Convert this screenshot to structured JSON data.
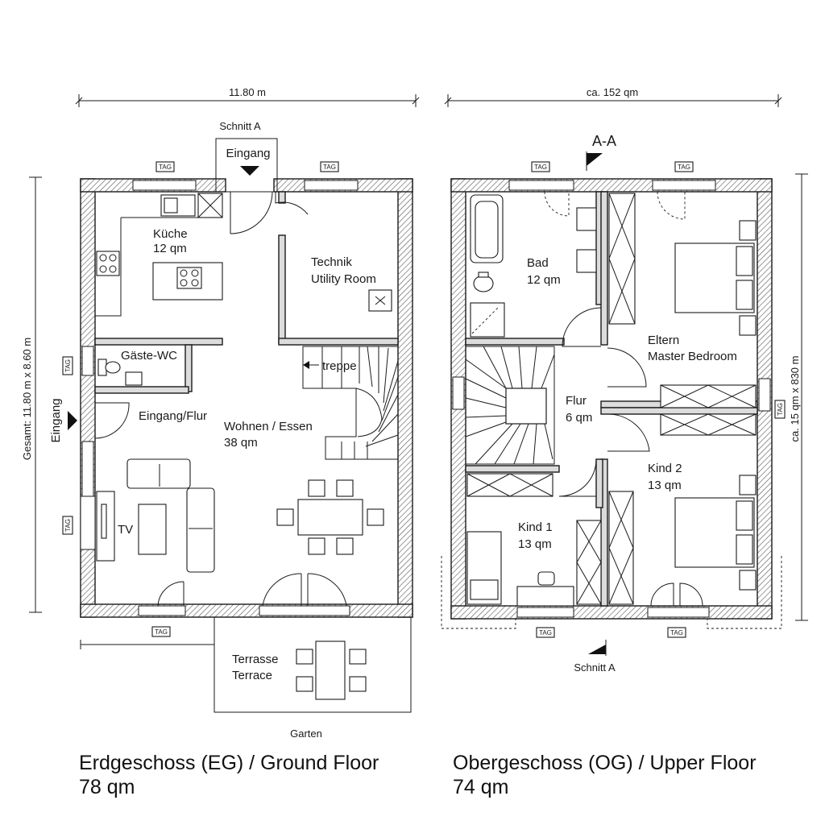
{
  "dimensions": {
    "ground_width": "11.80 m",
    "upper_area": "ca. 152 qm",
    "ground_total": "Gesamt: 11.80 m x 8.60 m",
    "upper_total": "ca. 15 qm x 830 m"
  },
  "section": {
    "cut_top_left": "Schnitt A",
    "cut_marker": "A-A",
    "cut_bottom_right": "Schnitt A"
  },
  "ground_floor": {
    "entrance_top": "Eingang",
    "entrance_side": "Eingang",
    "kitchen": {
      "name": "Küche",
      "area": "12 qm"
    },
    "utility": {
      "name": "Technik",
      "name_en": "Utility Room"
    },
    "guest_wc": "Gäste-WC",
    "stairs": "treppe",
    "hall": "Eingang/Flur",
    "living": {
      "name": "Wohnen / Essen",
      "area": "38 qm"
    },
    "tv": "TV",
    "terrace": {
      "name": "Terrasse",
      "name_en": "Terrace"
    },
    "garden": "Garten"
  },
  "upper_floor": {
    "bath": {
      "name": "Bad",
      "area": "12 qm"
    },
    "master": {
      "name": "Eltern",
      "name_en": "Master Bedroom"
    },
    "hall": {
      "name": "Flur",
      "area": "6 qm"
    },
    "kid2": {
      "name": "Kind 2",
      "area": "13 qm"
    },
    "kid1": {
      "name": "Kind 1",
      "area": "13 qm"
    }
  },
  "tags": {
    "label": "TAG"
  },
  "captions": {
    "ground_title": "Erdgeschoss (EG) / Ground Floor",
    "ground_area": "78 qm",
    "upper_title": "Obergeschoss (OG) / Upper Floor",
    "upper_area": "74 qm"
  }
}
